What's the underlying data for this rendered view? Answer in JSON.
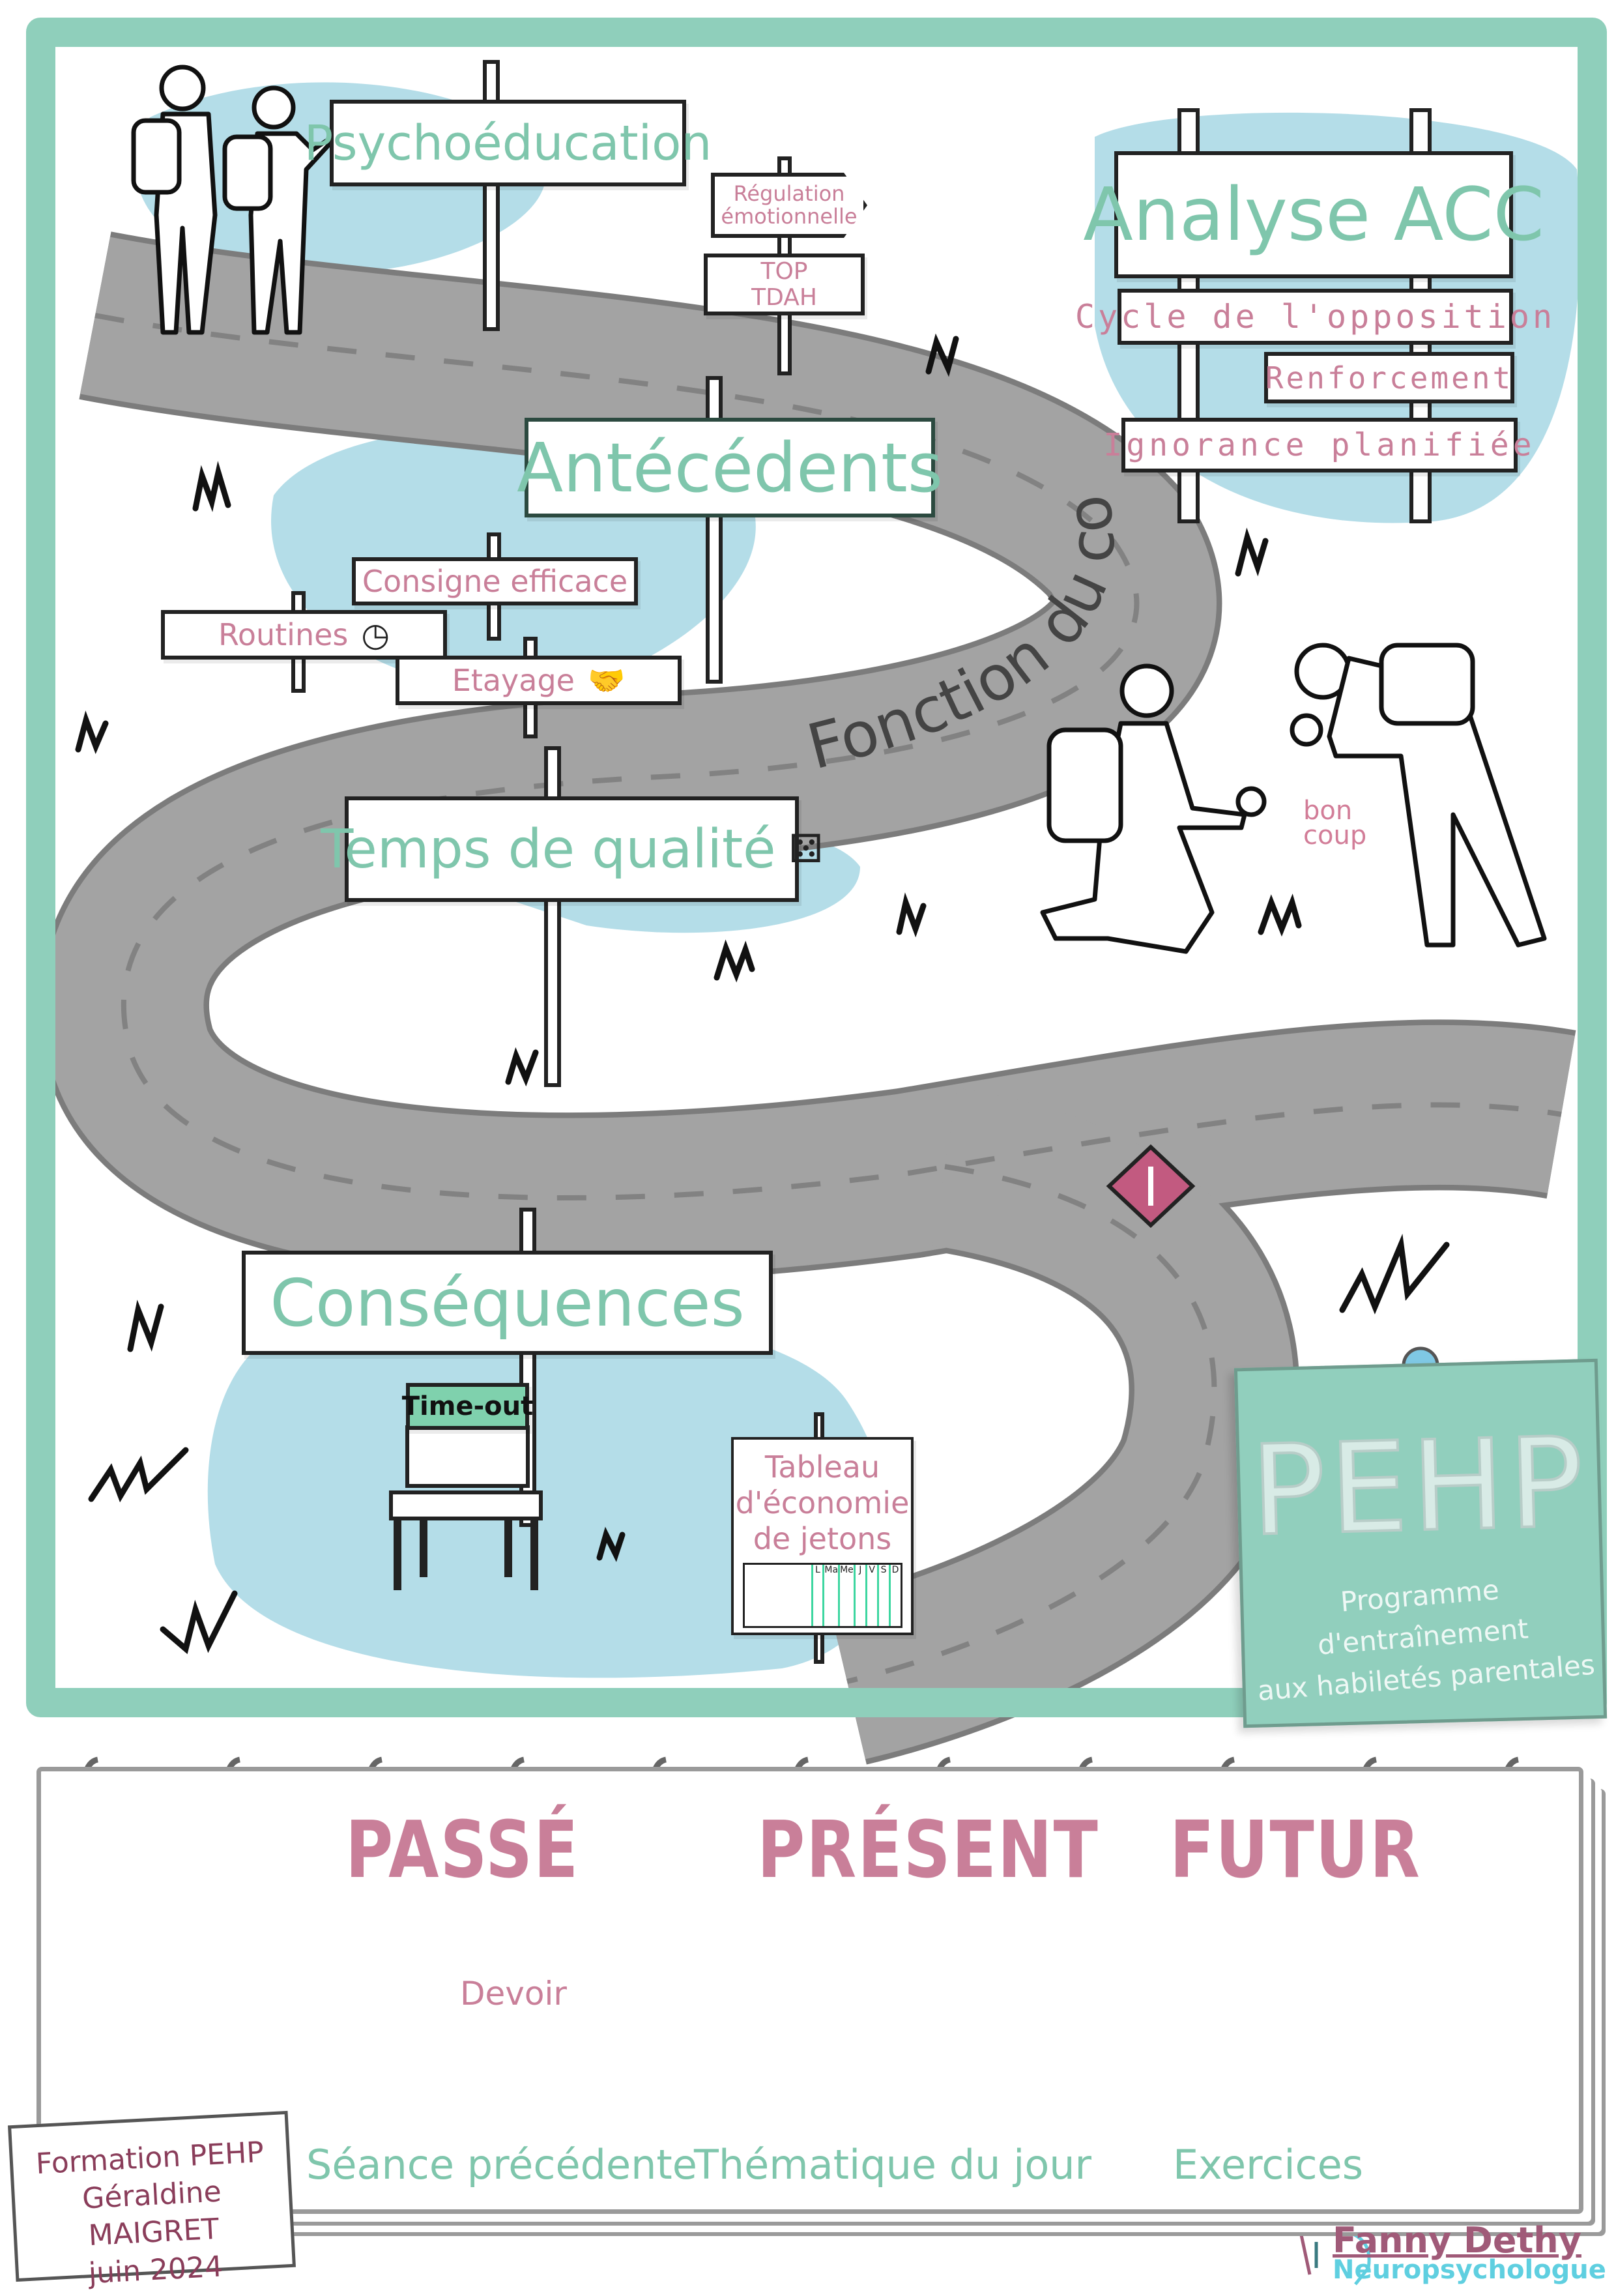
{
  "signs": {
    "psychoeducation": "Psychoéducation",
    "regulation": "Régulation émotionnelle",
    "top_tdah": "TOP TDAH",
    "antecedents": "Antécédents",
    "consigne": "Consigne efficace",
    "routines": "Routines",
    "etayage": "Etayage",
    "temps_qualite": "Temps de qualité",
    "consequences": "Conséquences",
    "time_out": "Time-out",
    "tableau_lines": [
      "Tableau",
      "d'économie",
      "de jetons"
    ],
    "tableau_days": [
      "L",
      "Ma",
      "Me",
      "J",
      "V",
      "S",
      "D"
    ],
    "analyse": "Analyse ACC",
    "cycle": "Cycle de l'opposition",
    "renforcement": "Renforcement",
    "ignorance": "Ignorance planifiée"
  },
  "road_text": "Fonction du comportement",
  "bon_coup": [
    "bon",
    "coup"
  ],
  "note": {
    "title": "PEHP",
    "subtitle_line1": "Programme d'entraînement",
    "subtitle_line2": "aux habiletés parentales"
  },
  "timeline": {
    "past": "PASSÉ",
    "present": "PRÉSENT",
    "future": "FUTUR",
    "devoir": "Devoir",
    "label_past": "Séance précédente",
    "label_present": "Thématique du jour",
    "label_future": "Exercices"
  },
  "card": {
    "line1": "Formation PEHP",
    "line2": "Géraldine MAIGRET",
    "line3": "juin 2024"
  },
  "logo": {
    "name": "Fanny Dethy",
    "role": "Neuropsychologue"
  },
  "colors": {
    "teal": "#8fcfbb",
    "pink": "#c97f99",
    "blue": "#b4dde8",
    "road": "#a3a3a3"
  }
}
